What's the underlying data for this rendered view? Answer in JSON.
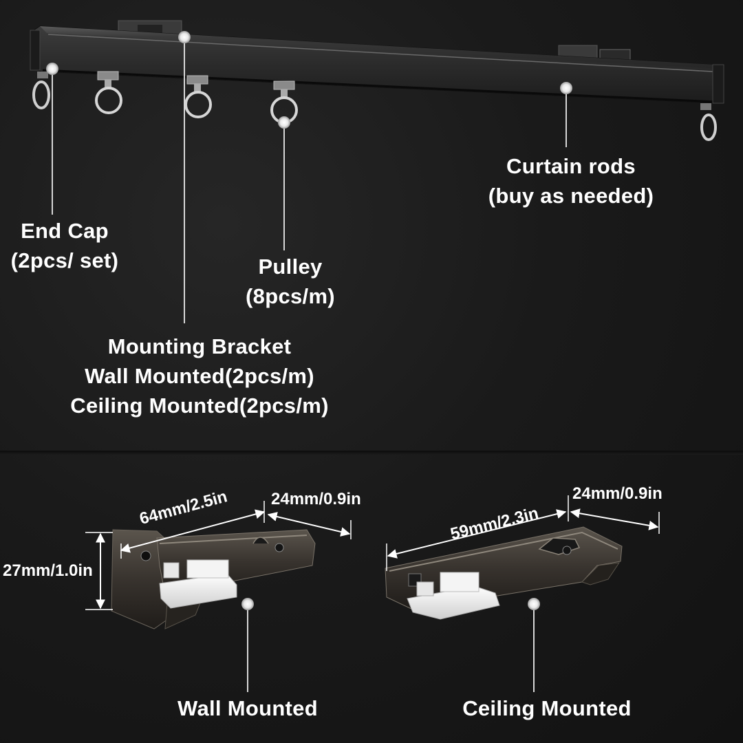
{
  "labels": {
    "end_cap_line1": "End Cap",
    "end_cap_line2": "(2pcs/ set)",
    "pulley_line1": "Pulley",
    "pulley_line2": "(8pcs/m)",
    "curtain_rods_line1": "Curtain rods",
    "curtain_rods_line2": "(buy as needed)",
    "bracket_line1": "Mounting Bracket",
    "bracket_line2": "Wall Mounted(2pcs/m)",
    "bracket_line3": "Ceiling Mounted(2pcs/m)",
    "wall_mounted": "Wall Mounted",
    "ceiling_mounted": "Ceiling Mounted"
  },
  "dimensions": {
    "wall_length": "64mm/2.5in",
    "wall_width": "24mm/0.9in",
    "wall_height": "27mm/1.0in",
    "ceiling_length": "59mm/2.3in",
    "ceiling_width": "24mm/0.9in"
  },
  "colors": {
    "background": "#151515",
    "rail": "#2e2e2e",
    "text": "#ffffff",
    "callout_line": "#d8d8d8",
    "bracket_metal": "#3a3631",
    "plastic_insert": "#eeeeee"
  }
}
